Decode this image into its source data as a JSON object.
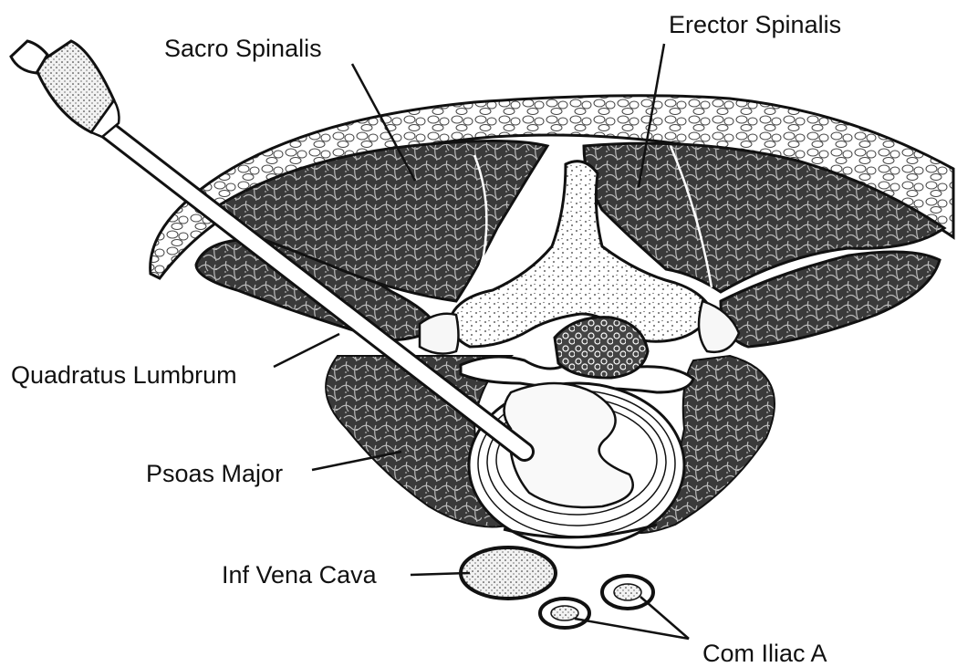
{
  "labels": {
    "sacro_spinalis": "Sacro Spinalis",
    "erector_spinalis": "Erector Spinalis",
    "quadratus_lumbrum": "Quadratus Lumbrum",
    "psoas_major": "Psoas Major",
    "inf_vena_cava": "Inf Vena Cava",
    "com_iliac_a": "Com Iliac A"
  },
  "colors": {
    "ink": "#111111",
    "muscle_fill": "#2b2b2b",
    "paper": "#ffffff",
    "fat_fill": "#f4f4f4",
    "bone_fill": "#e8e8e8"
  }
}
